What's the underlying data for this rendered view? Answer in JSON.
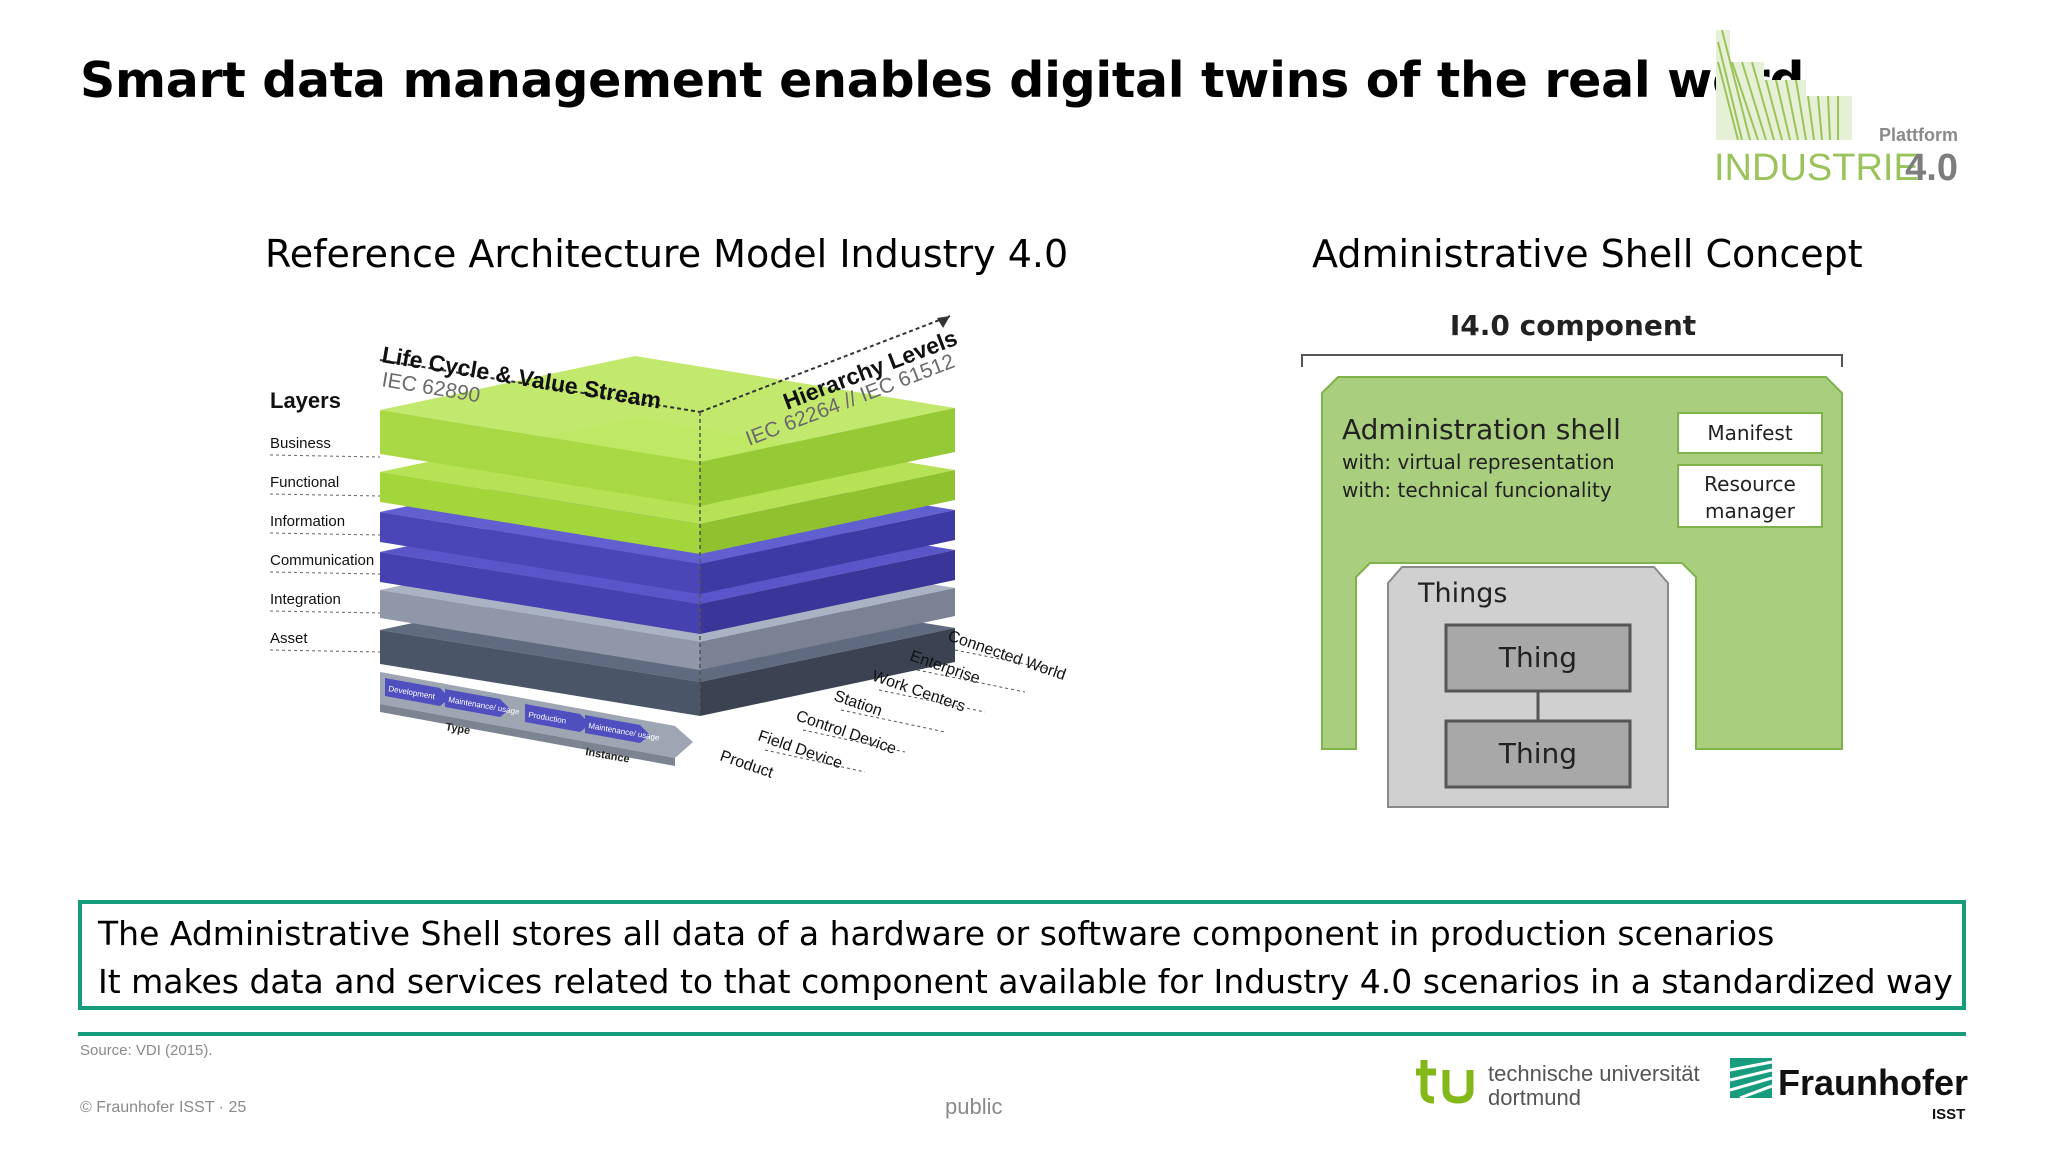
{
  "slide": {
    "title": "Smart data management enables digital twins of the real word"
  },
  "logo_plattform": {
    "line1": "Plattform",
    "line2_a": "INDUSTRIE",
    "line2_b": "4.0"
  },
  "rami": {
    "title": "Reference Architecture Model Industry 4.0",
    "layers_heading": "Layers",
    "layers": [
      "Business",
      "Functional",
      "Information",
      "Communication",
      "Integration",
      "Asset"
    ],
    "lifecycle_axis": {
      "label": "Life Cycle & Value Stream",
      "standard": "IEC 62890"
    },
    "hierarchy_axis": {
      "label": "Hierarchy Levels",
      "standard": "IEC 62264 // IEC 61512"
    },
    "hierarchy_levels": [
      "Connected World",
      "Enterprise",
      "Work Centers",
      "Station",
      "Control Device",
      "Field Device",
      "Product"
    ],
    "type_phases": [
      "Development",
      "Maintenance/ usage"
    ],
    "type_label": "Type",
    "instance_phases": [
      "Production",
      "Maintenance/ usage"
    ],
    "instance_label": "Instance"
  },
  "shell": {
    "title": "Administrative Shell Concept",
    "component_label": "I4.0 component",
    "admin_shell_title": "Administration shell",
    "admin_shell_line1": "with: virtual representation",
    "admin_shell_line2": "with: technical funcionality",
    "manifest": "Manifest",
    "resource_manager_l1": "Resource",
    "resource_manager_l2": "manager",
    "things_label": "Things",
    "thing_1": "Thing",
    "thing_2": "Thing"
  },
  "summary": {
    "line1": "The Administrative Shell stores all data of a hardware or software component in production scenarios",
    "line2": "It makes data and services related to that component available for Industry 4.0 scenarios in a standardized way"
  },
  "footer": {
    "source": "Source: VDI (2015).",
    "copyright": "© Fraunhofer ISST · 25",
    "classification": "public",
    "tu_line1": "technische universität",
    "tu_line2": "dortmund",
    "fraunhofer": "Fraunhofer",
    "fraunhofer_unit": "ISST"
  },
  "colors": {
    "fraunhofer_green": "#179c7d",
    "layer_green": "#a3d63a",
    "layer_blue": "#4a46b8",
    "layer_grey": "#8f97a8",
    "shell_green": "#a9cf7e",
    "things_grey": "#d0d0d0",
    "tu_green": "#84b819"
  }
}
